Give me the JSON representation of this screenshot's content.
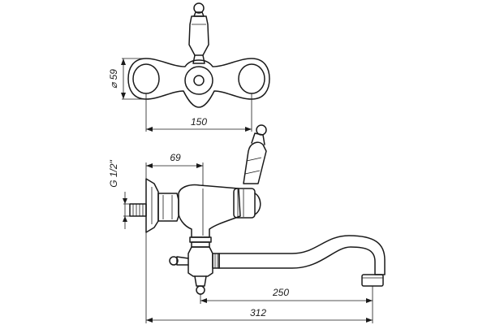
{
  "dimensions": {
    "top_diameter": "⌀ 59",
    "top_width": "150",
    "side_thread": "G 1/2\"",
    "side_offset": "69",
    "spout_length": "250",
    "total_length": "312"
  }
}
